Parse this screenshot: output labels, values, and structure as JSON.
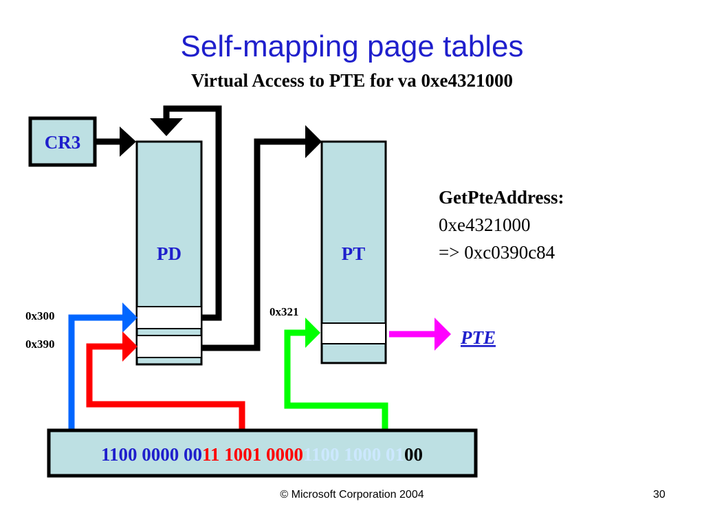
{
  "title": "Self-mapping page tables",
  "subtitle": "Virtual Access to PTE for va 0xe4321000",
  "boxes": {
    "cr3": "CR3",
    "pd": "PD",
    "pt": "PT"
  },
  "offsets": {
    "pd_entry_1": "0x300",
    "pd_entry_2": "0x390",
    "pt_entry": "0x321"
  },
  "info": {
    "heading": "GetPteAddress:",
    "va": "0xe4321000",
    "result": "=> 0xc0390c84"
  },
  "pte_label": "PTE",
  "bits": {
    "blue": "1100 0000 00",
    "red": "11 1001 0000",
    "lightblue": "1100 1000 01",
    "black": "00"
  },
  "colors": {
    "title": "#1f1fcc",
    "box_fill": "#bde0e3",
    "blue_arrow": "#0066ff",
    "red_arrow": "#ff0000",
    "green_arrow": "#00ff00",
    "magenta_arrow": "#ff00ff",
    "lightblue_bits": "#cce8ff"
  },
  "footer": {
    "copyright": "© Microsoft Corporation 2004",
    "page_number": "30"
  }
}
